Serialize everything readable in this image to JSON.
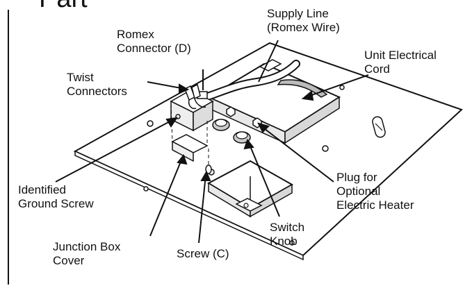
{
  "heading": "Part",
  "labels": {
    "supply_line": [
      "Supply Line",
      "(Romex Wire)"
    ],
    "romex_connector": [
      "Romex",
      "Connector (D)"
    ],
    "unit_cord": [
      "Unit Electrical",
      "Cord"
    ],
    "twist_connectors": [
      "Twist",
      "Connectors"
    ],
    "ground_screw": [
      "Identified",
      "Ground Screw"
    ],
    "plug_heater": [
      "Plug for",
      "Optional",
      "Electric Heater"
    ],
    "switch_knob": [
      "Switch",
      "Knob"
    ],
    "junction_cover": [
      "Junction Box",
      "Cover"
    ],
    "screw_c": [
      "Screw (C)"
    ]
  },
  "colors": {
    "ink": "#111111",
    "panel_fill": "#ffffff"
  }
}
